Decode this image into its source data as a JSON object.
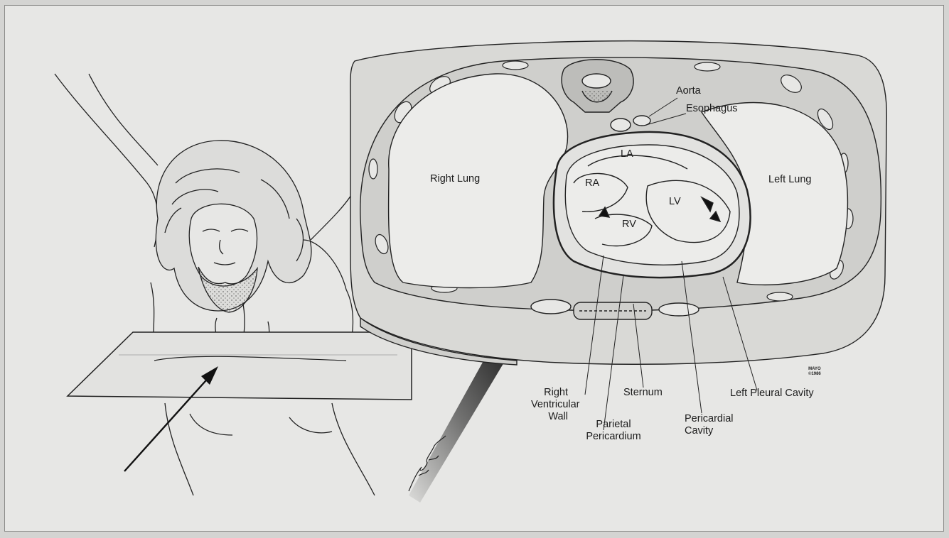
{
  "labels": {
    "aorta": "Aorta",
    "esophagus": "Esophagus",
    "la": "LA",
    "ra": "RA",
    "lv": "LV",
    "rv": "RV",
    "right_lung": "Right Lung",
    "left_lung": "Left Lung",
    "right_ventricular_wall": [
      "Right",
      "Ventricular",
      "Wall"
    ],
    "parietal_pericardium": [
      "Parietal",
      "Pericardium"
    ],
    "sternum": "Sternum",
    "pericardial_cavity": [
      "Pericardial",
      "Cavity"
    ],
    "left_pleural_cavity": "Left Pleural Cavity"
  },
  "credit": {
    "mayo": [
      "MAYO",
      "©1986"
    ]
  },
  "colors": {
    "background": "#e7e7e5",
    "ink": "#1c1c1c",
    "tissue_fill": "#d9d9d6",
    "lung_fill": "#ececea"
  }
}
